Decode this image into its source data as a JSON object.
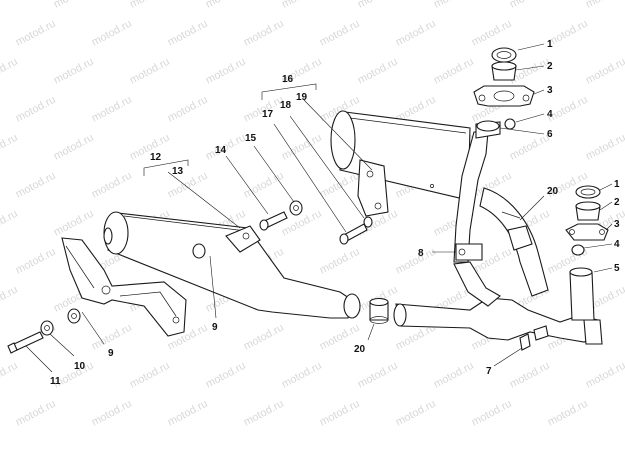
{
  "watermark": "motod.ru",
  "callouts": {
    "c1": "1",
    "c2": "2",
    "c3": "3",
    "c4": "4",
    "c5": "5",
    "c6": "6",
    "c7": "7",
    "c8": "8",
    "c9": "9",
    "c10": "10",
    "c11": "11",
    "c12": "12",
    "c13": "13",
    "c14": "14",
    "c15": "15",
    "c16": "16",
    "c17": "17",
    "c18": "18",
    "c19": "19",
    "c20": "20"
  },
  "colors": {
    "line": "#1a1a1a",
    "watermark": "#d8d8d8",
    "background": "#ffffff"
  }
}
